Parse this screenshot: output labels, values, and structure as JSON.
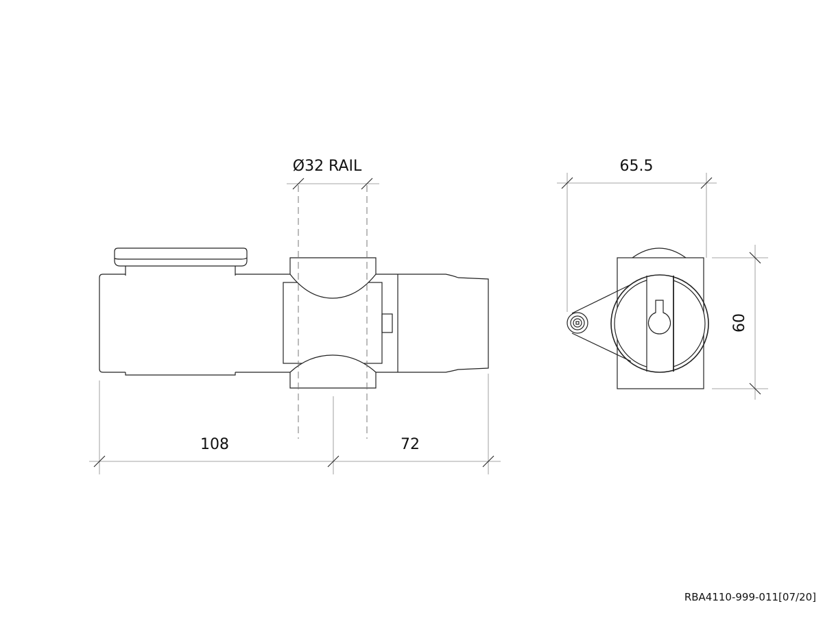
{
  "drawing": {
    "side_view": {
      "rail_label": "Ø32 RAIL",
      "dim_left": "108",
      "dim_right": "72"
    },
    "end_view": {
      "dim_width": "65.5",
      "dim_height": "60"
    },
    "reference": "RBA4110-999-011[07/20]"
  },
  "colors": {
    "line": "#222222",
    "dimension": "#888888",
    "background": "#ffffff"
  }
}
